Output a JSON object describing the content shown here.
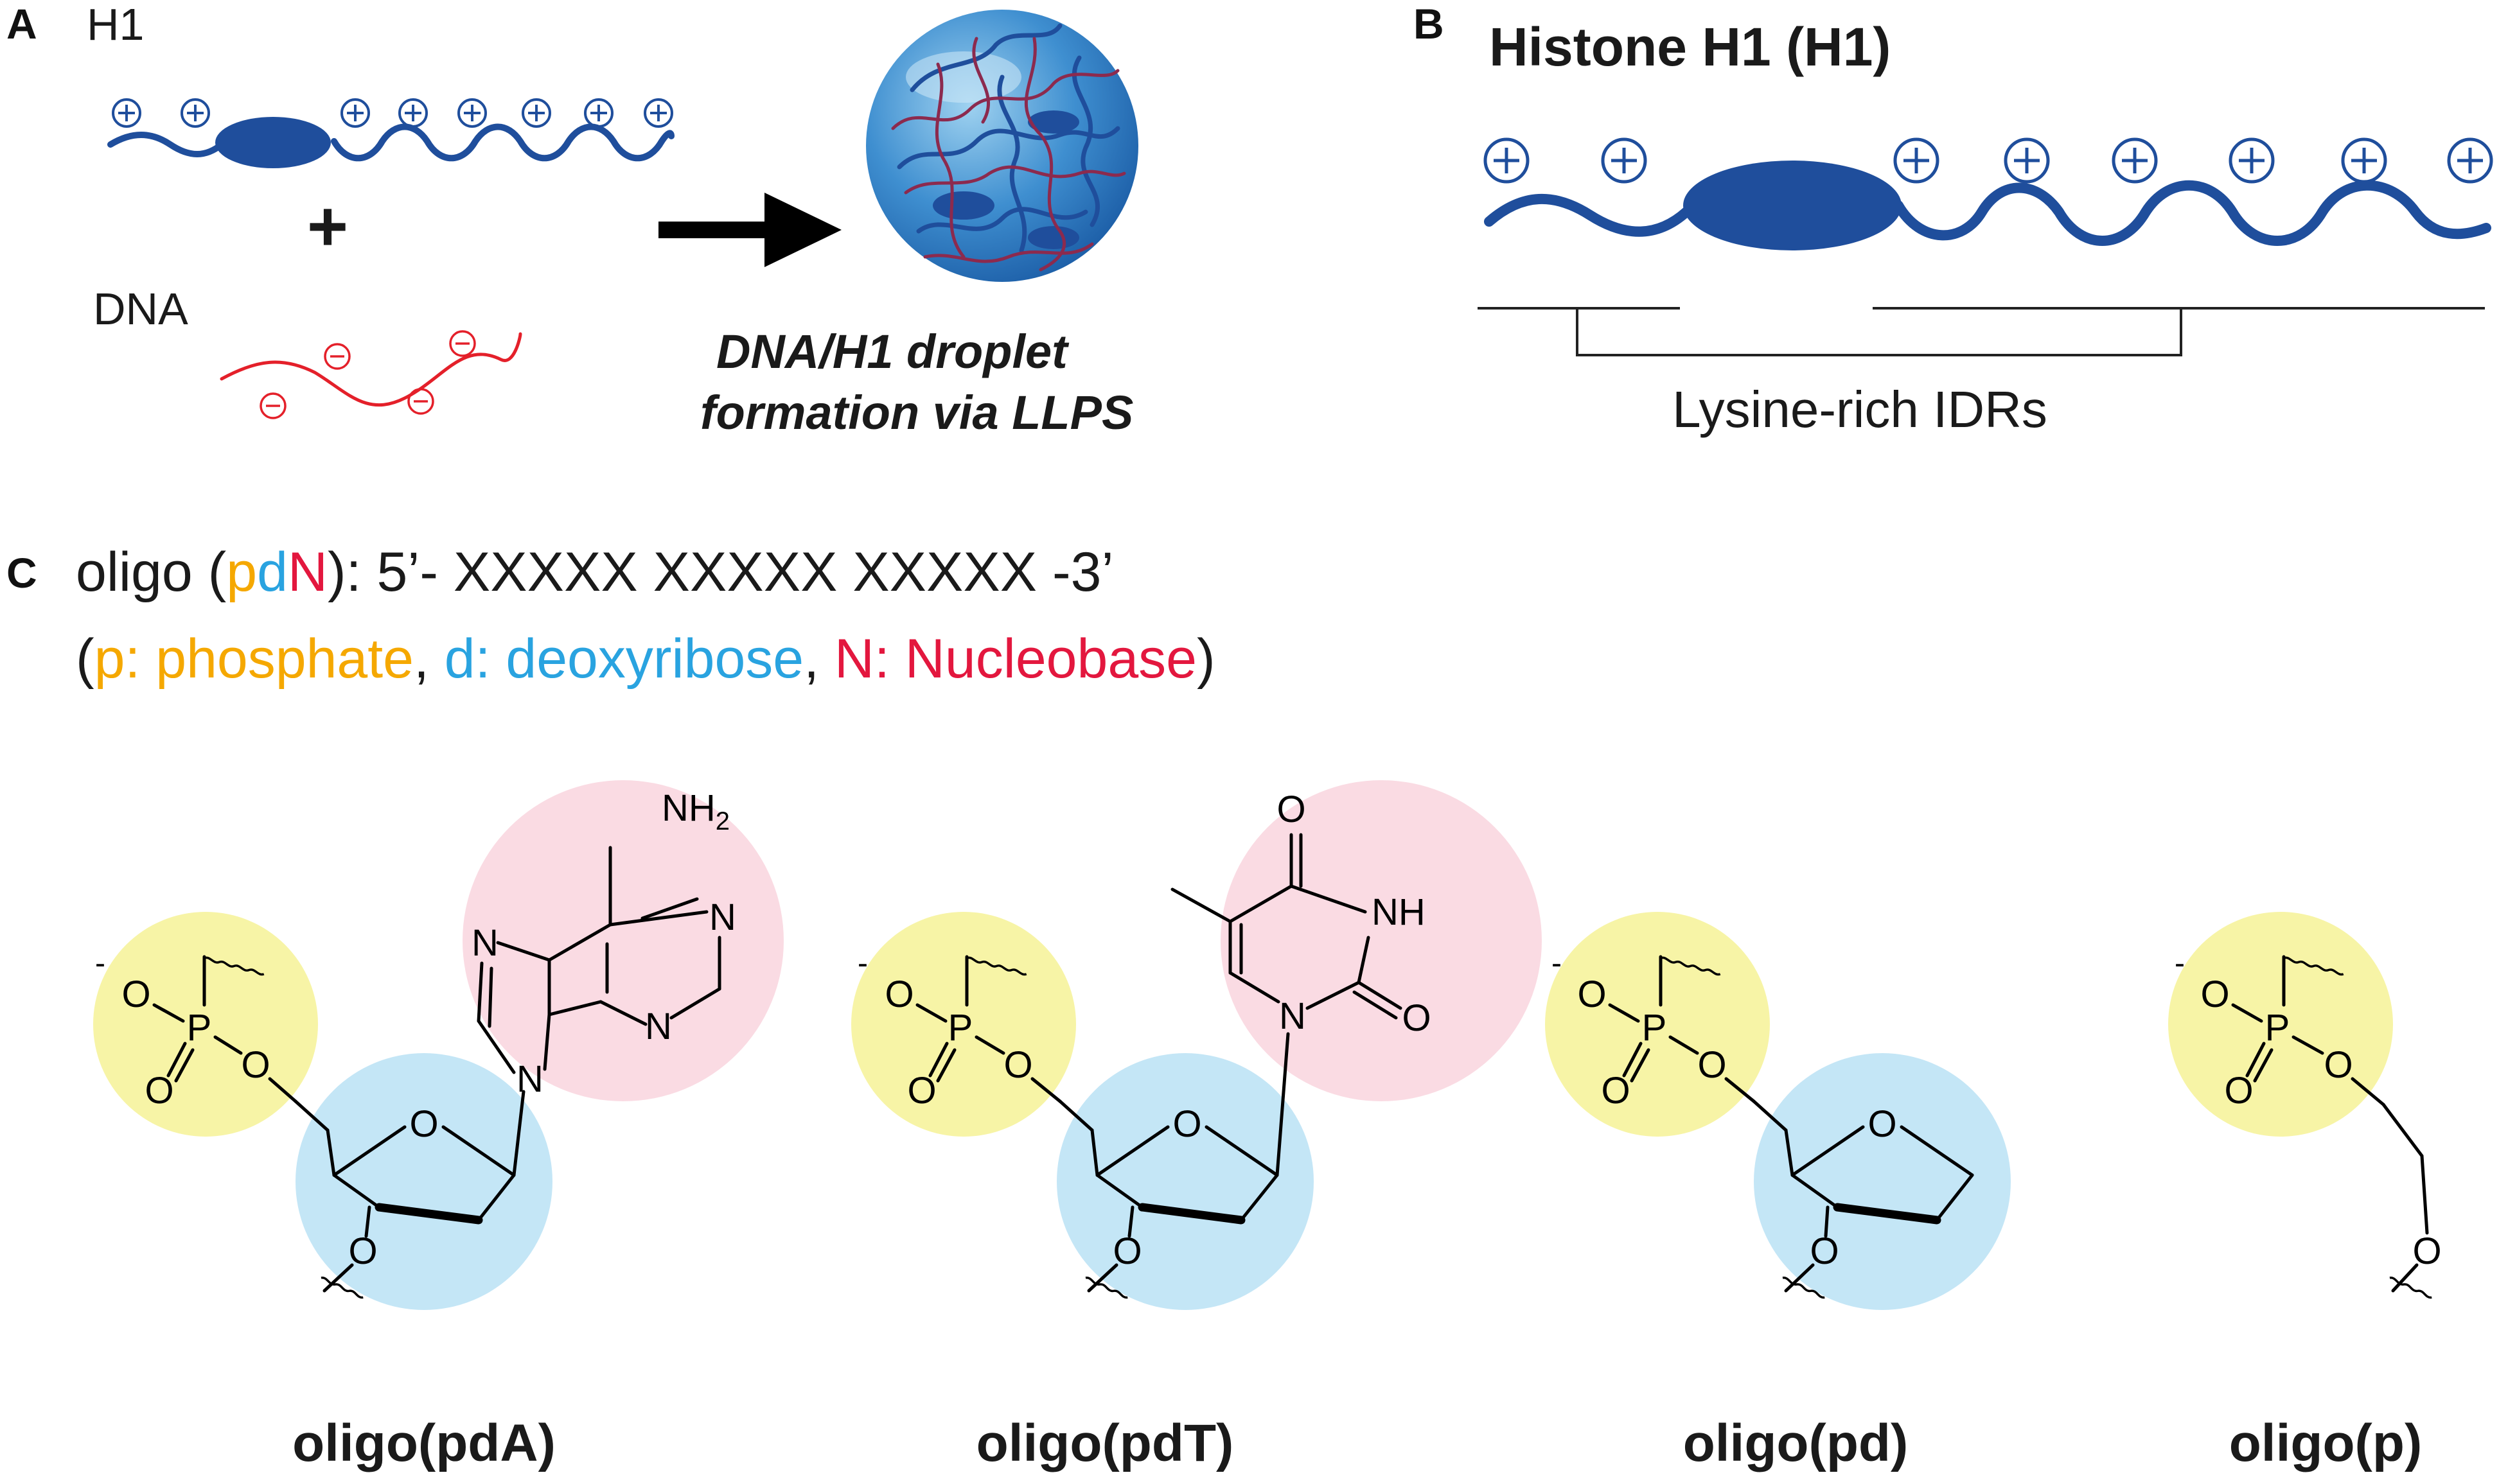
{
  "panels": {
    "A": "A",
    "B": "B",
    "C": "C"
  },
  "panel_a": {
    "h1_label": "H1",
    "plus_sign": "+",
    "dna_label": "DNA",
    "caption_line1": "DNA/H1 droplet",
    "caption_line2": "formation via LLPS",
    "h1_color": "#1f4e9c",
    "dna_color": "#e4202a"
  },
  "panel_b": {
    "title": "Histone H1 (H1)",
    "region_label": "Lysine-rich IDRs"
  },
  "panel_c": {
    "line1": {
      "prefix": "oligo (",
      "p": "p",
      "d": "d",
      "n": "N",
      "suffix": "): 5’- XXXXX XXXXX XXXXX -3’"
    },
    "line2": {
      "open": "(",
      "phosphate": "p: phosphate",
      "sep1": ", ",
      "deoxyribose": "d: deoxyribose",
      "sep2": ", ",
      "nucleobase": "N: Nucleobase",
      "close": ")"
    },
    "colors": {
      "phosphate": "#f5a800",
      "deoxyribose": "#29a3e0",
      "nucleobase": "#e3173e",
      "phosphate_bg": "#f7f4a6",
      "deoxyribose_bg": "#c4e6f6",
      "nucleobase_bg": "#fadbe3"
    },
    "atoms": {
      "O": "O",
      "P": "P",
      "N": "N",
      "NH2_main": "NH",
      "NH2_sub": "2",
      "NH": "NH",
      "minus": "-"
    },
    "compounds": [
      "oligo(pdA)",
      "oligo(pdT)",
      "oligo(pd)",
      "oligo(p)"
    ]
  }
}
